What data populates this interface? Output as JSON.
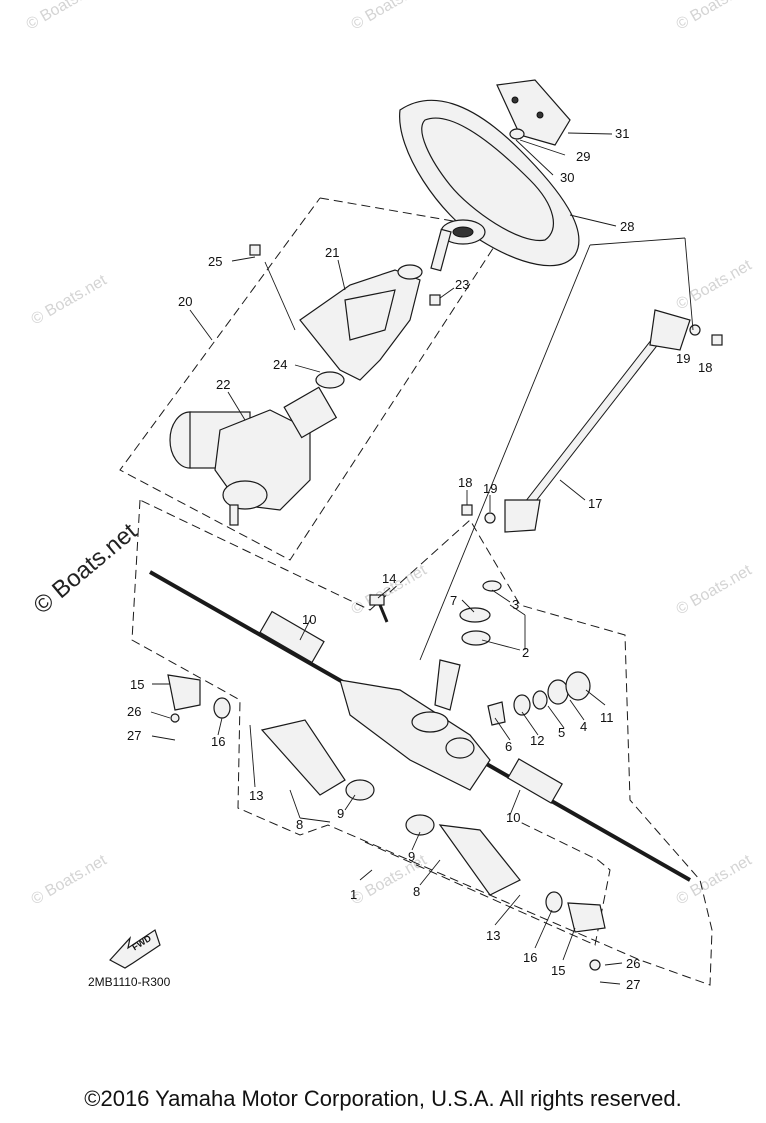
{
  "diagram": {
    "code": "2MB1110-R300",
    "fwd_label": "FWD",
    "watermark_small": "© Boats.net",
    "watermark_large": "© Boats.net",
    "copyright": "©2016 Yamaha Motor Corporation, U.S.A. All rights reserved."
  },
  "callouts": [
    "31",
    "29",
    "30",
    "28",
    "25",
    "21",
    "23",
    "20",
    "24",
    "19",
    "18",
    "22",
    "17",
    "18",
    "19",
    "14",
    "3",
    "7",
    "10",
    "2",
    "15",
    "11",
    "26",
    "16",
    "4",
    "12",
    "5",
    "6",
    "27",
    "13",
    "9",
    "8",
    "10",
    "9",
    "1",
    "8",
    "13",
    "16",
    "26",
    "15",
    "27"
  ]
}
